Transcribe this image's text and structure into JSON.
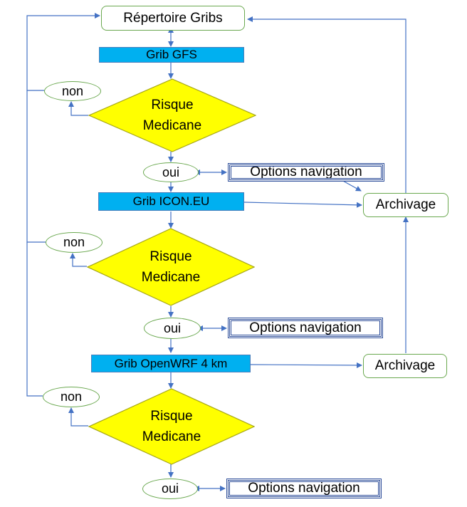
{
  "repertoire": "Répertoire Gribs",
  "grib_gfs": "Grib GFS",
  "grib_icon": "Grib ICON.EU",
  "grib_openwrf": "Grib OpenWRF 4 km",
  "risk": {
    "line1": "Risque",
    "line2": "Medicane"
  },
  "non": "non",
  "oui": "oui",
  "options": "Options navigation",
  "archivage": "Archivage",
  "colors": {
    "grib_fill": "#00b0f0",
    "diamond_fill": "#ffff00",
    "diamond_border": "#a6a617",
    "rounded_border": "#6aa84f",
    "options_border": "#2f4f9a",
    "arrow": "#4472c4"
  }
}
